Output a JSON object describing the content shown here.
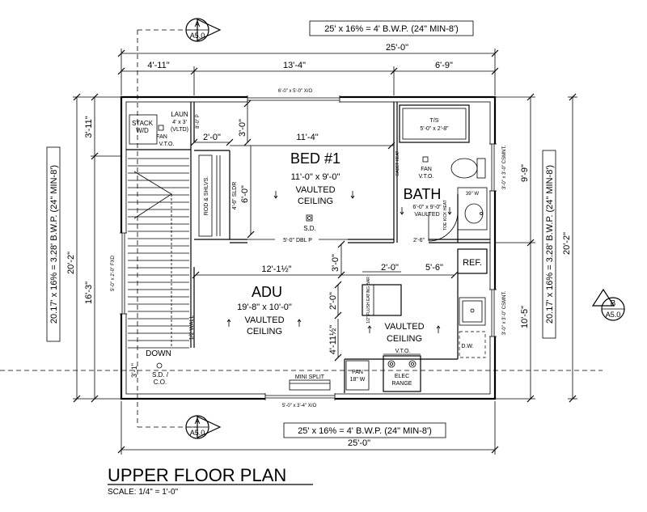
{
  "title": "UPPER FLOOR PLAN",
  "scale": "SCALE: 1/4\" = 1'-0\"",
  "section_markers": {
    "a_letter": "A",
    "a_sheet": "A5.0",
    "b_letter": "B",
    "b_sheet": "A5.0"
  },
  "top_dims": {
    "note": "25' x 16% = 4' B.W.P. (24\" MIN-8')",
    "overall": "25'-0\"",
    "seg1": "4'-11\"",
    "seg2": "13'-4\"",
    "seg3": "6'-9\""
  },
  "bottom_dims": {
    "note": "25' x 16% = 4' B.W.P. (24\" MIN-8')",
    "overall": "25'-0\""
  },
  "left_dims": {
    "note": "20.17' x 16% = 3.28' B.W.P. (24\" MIN-8')",
    "overall": "20'-2\"",
    "seg1": "3'-11\"",
    "seg2": "16'-3\""
  },
  "right_dims": {
    "note": "20.17' x 16% = 3.28' B.W.P. (24\" MIN-8')",
    "overall": "20'-2\"",
    "seg1": "9'-9\"",
    "seg2": "10'-5\""
  },
  "windows": {
    "top": "6'-0\" x 5'-0\" X/O",
    "bottom": "5'-0\" x 3'-4\" X/O",
    "left": "5'-0\" x 2'-0\" FXD",
    "right_top": "3'-0\" x 3'-0\" CSMNT.",
    "right_bottom": "3'-0\" x 3'-0\" CSMNT."
  },
  "laundry": {
    "stack": "STACK",
    "wd": "W/D",
    "laun": "LAUN",
    "size": "4' x 3'",
    "vltd": "(VLTD)",
    "height": "8'-0\" P",
    "fan": "FAN",
    "vto": "V.T.O."
  },
  "bedroom": {
    "name": "BED #1",
    "size": "11'-0\" x 9'-0\"",
    "vaulted": "VAULTED",
    "ceiling": "CEILING",
    "sd": "S.D.",
    "closet": "ROD & SHLVS.",
    "closet_door": "4'-6\" SLDR",
    "door": "5'-0\" DBL P",
    "dim_w1": "2'-0\"",
    "dim_h1": "3'-0\"",
    "dim_w2": "11'-4\"",
    "dim_h2": "6'-0\""
  },
  "bath": {
    "name": "BATH",
    "size": "6'-0\" x 9'-0\"",
    "vaulted": "VAULTED",
    "tub": "T/S",
    "tub_size": "5'-0\" x 2'-8\"",
    "fan": "FAN",
    "vto": "V.T.O.",
    "cadet": "CADET HEAT",
    "vanity": "39\" W",
    "toe_kick": "TOE KICK HEAT",
    "door": "2'-6\""
  },
  "adu": {
    "name": "ADU",
    "size": "19'-8\" x 10'-0\"",
    "vaulted": "VAULTED",
    "ceiling": "CEILING",
    "dim_w": "12'-1½\"",
    "dim_h": "3'-0\"",
    "wall": "1/2 WALL",
    "down": "DOWN",
    "sdco1": "S.D. /",
    "sdco2": "C.O.",
    "dim_stair": "3'-1\"",
    "mini_split": "MINI SPLIT"
  },
  "kitchen": {
    "dim_w1": "2'-0\"",
    "dim_w2": "5'-6\"",
    "dim_h": "2'-0\"",
    "dim_h2": "4'-11½\"",
    "eating_bar": "1/2\" FLUSH EATING BAR",
    "vaulted": "VAULTED",
    "ceiling": "CEILING",
    "ref": "REF.",
    "dw": "D.W.",
    "vto": "V.T.O.",
    "pan1": "PAN",
    "pan2": "18\" W",
    "range1": "ELEC",
    "range2": "RANGE"
  }
}
